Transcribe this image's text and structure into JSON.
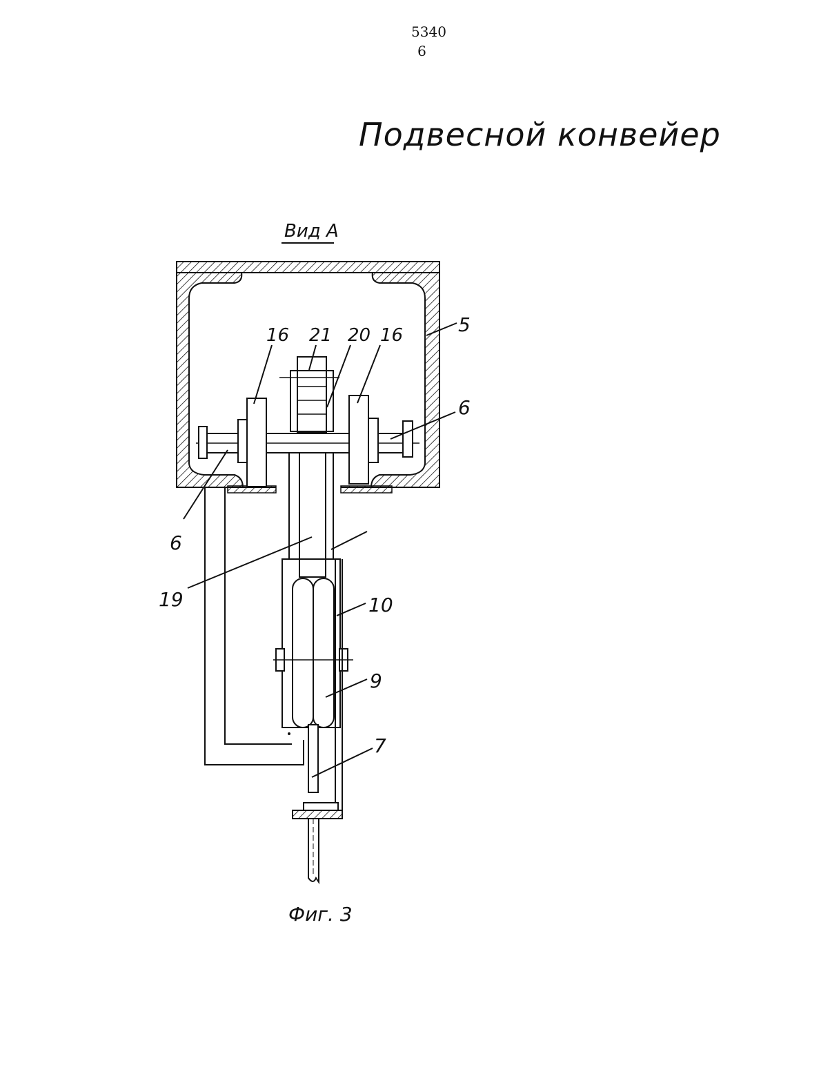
{
  "header": {
    "patent_number": "5340",
    "page_number": "6"
  },
  "title": "Подвесной конвейер",
  "figure": {
    "view_label": "Вид А",
    "caption": "Фиг. 3",
    "labels": {
      "l5": "5",
      "l6_right": "6",
      "l6_left": "6",
      "l16_left": "16",
      "l16_right": "16",
      "l21": "21",
      "l20": "20",
      "l19": "19",
      "l10": "10",
      "l9": "9",
      "l7": "7"
    }
  }
}
